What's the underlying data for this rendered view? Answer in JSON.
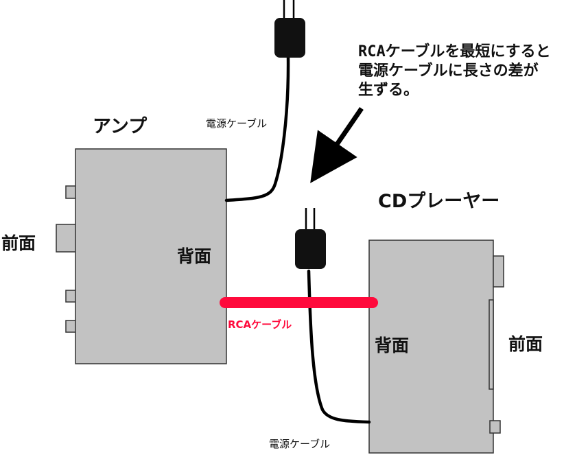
{
  "amp": {
    "title": "アンプ",
    "back_label": "背面",
    "front_label": "前面"
  },
  "cd_player": {
    "title": "CDプレーヤー",
    "back_label": "背面",
    "front_label": "前面"
  },
  "power_cable_label_amp": "電源ケーブル",
  "power_cable_label_cd": "電源ケーブル",
  "rca_cable_label": "RCAケーブル",
  "note_lines": [
    "RCAケーブルを最短にすると",
    "電源ケーブルに長さの差が",
    "生ずる。"
  ],
  "colors": {
    "rca_cable": "#ff0a3c",
    "device_body": "#c2c2c2",
    "power_cable": "#000000"
  }
}
